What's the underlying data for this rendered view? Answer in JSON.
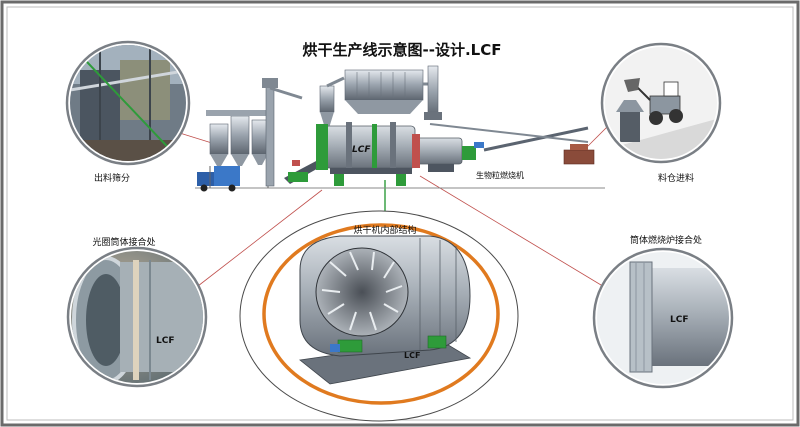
{
  "title": "烘干生产线示意图--设计.LCF",
  "labels": {
    "discharge_screening": "出料筛分",
    "silo_feeding": "料仓进料",
    "biomass_burner": "生物粒燃烧机",
    "light_ring_joint": "光圈筒体接合处",
    "dryer_internal": "烘干机内部结构",
    "drum_furnace_joint": "筒体燃烧炉接合处"
  },
  "brand": {
    "drum_mark": "LCF",
    "inner_mark": "LCF",
    "left_circle_mark": "LCF",
    "right_circle_mark": "LCF"
  },
  "colors": {
    "frame": "#5a5a5a",
    "connector_line": "#c0504d",
    "drum_green": "#2e9b3a",
    "orange_ring": "#e07a1f",
    "steel": "#8c96a0",
    "circle_border": "#7a7f85"
  },
  "icons": {
    "machine": "rotary-dryer-icon",
    "loader": "wheel-loader-icon",
    "truck": "truck-icon",
    "silo": "silo-icon",
    "cyclone": "cyclone-dust-collector-icon",
    "chimney": "chimney-icon"
  }
}
